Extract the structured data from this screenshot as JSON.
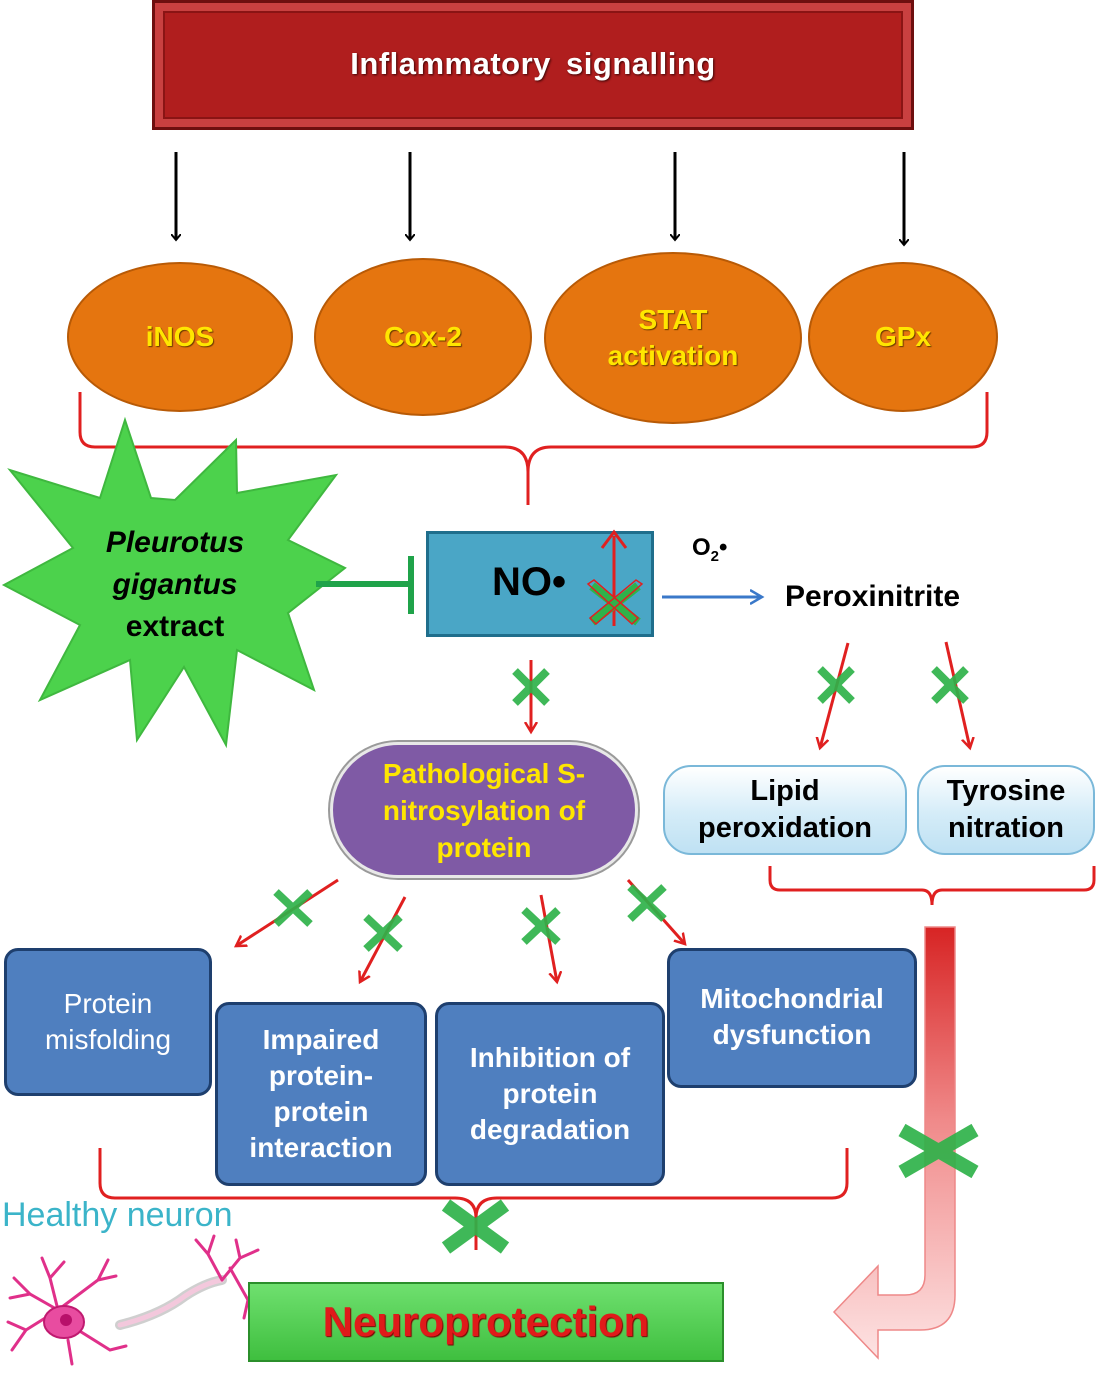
{
  "top": {
    "title": "Inflammatory  signalling"
  },
  "mediators": [
    "iNOS",
    "Cox-2",
    "STAT activation",
    "GPx"
  ],
  "extract": {
    "line1": "Pleurotus",
    "line2": "gigantus",
    "line3": "extract"
  },
  "no_radical": "NO•",
  "superoxide": {
    "symbol": "O",
    "sub": "2",
    "dot": "•"
  },
  "peroxinitrite": "Peroxinitrite",
  "s_nitrosylation": "Pathological S-nitrosylation of protein",
  "lipid": "Lipid peroxidation",
  "tyrosine": "Tyrosine nitration",
  "outcomes": {
    "misfolding": "Protein misfolding",
    "interaction": "Impaired protein-protein interaction",
    "degradation": "Inhibition of protein degradation",
    "mito": "Mitochondrial dysfunction"
  },
  "healthy_neuron": "Healthy neuron",
  "result": "Neuroprotection",
  "colors": {
    "banner": "#b01e1e",
    "oval": "#e5750f",
    "oval_text": "#ffe600",
    "no_box": "#4aa6c6",
    "inhibit": "#1fa34a",
    "arrow_red": "#e02020",
    "x_mark": "#2fb24a",
    "purple": "#7f5aa5",
    "blue_box": "#4f7fbf",
    "neuroprotection_bg": "#4fcf4f",
    "neuroprotection_text": "#e01a1a",
    "neuron": "#e0308a"
  }
}
